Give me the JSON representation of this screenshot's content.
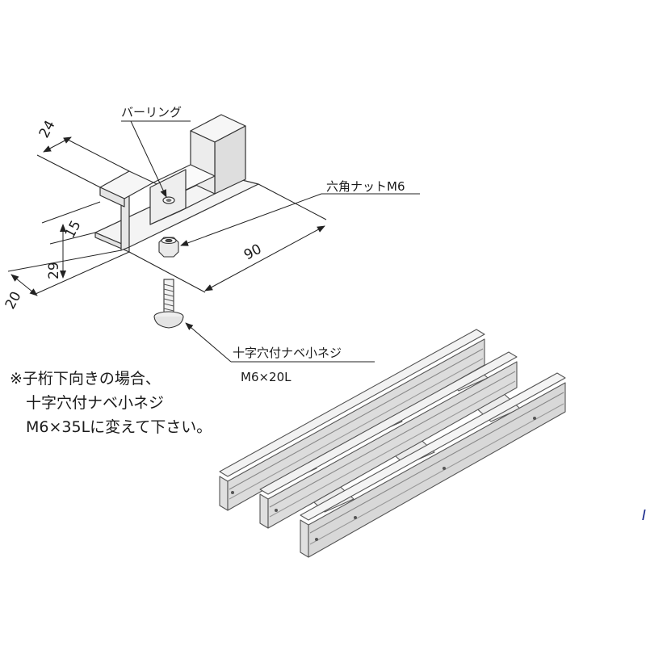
{
  "dimensions": {
    "d24": "24",
    "d15": "15",
    "d29": "29",
    "d20": "20",
    "d90": "90"
  },
  "callouts": {
    "burring": "バーリング",
    "hex_nut": "六角ナットM6",
    "screw_name": "十字穴付ナベ小ネジ",
    "screw_size": "M6×20L"
  },
  "note": {
    "line1": "※子桁下向きの場合、",
    "line2": "十字穴付ナベ小ネジ",
    "line3": "M6×35Lに変えて下さい。"
  },
  "edge_mark": "I"
}
